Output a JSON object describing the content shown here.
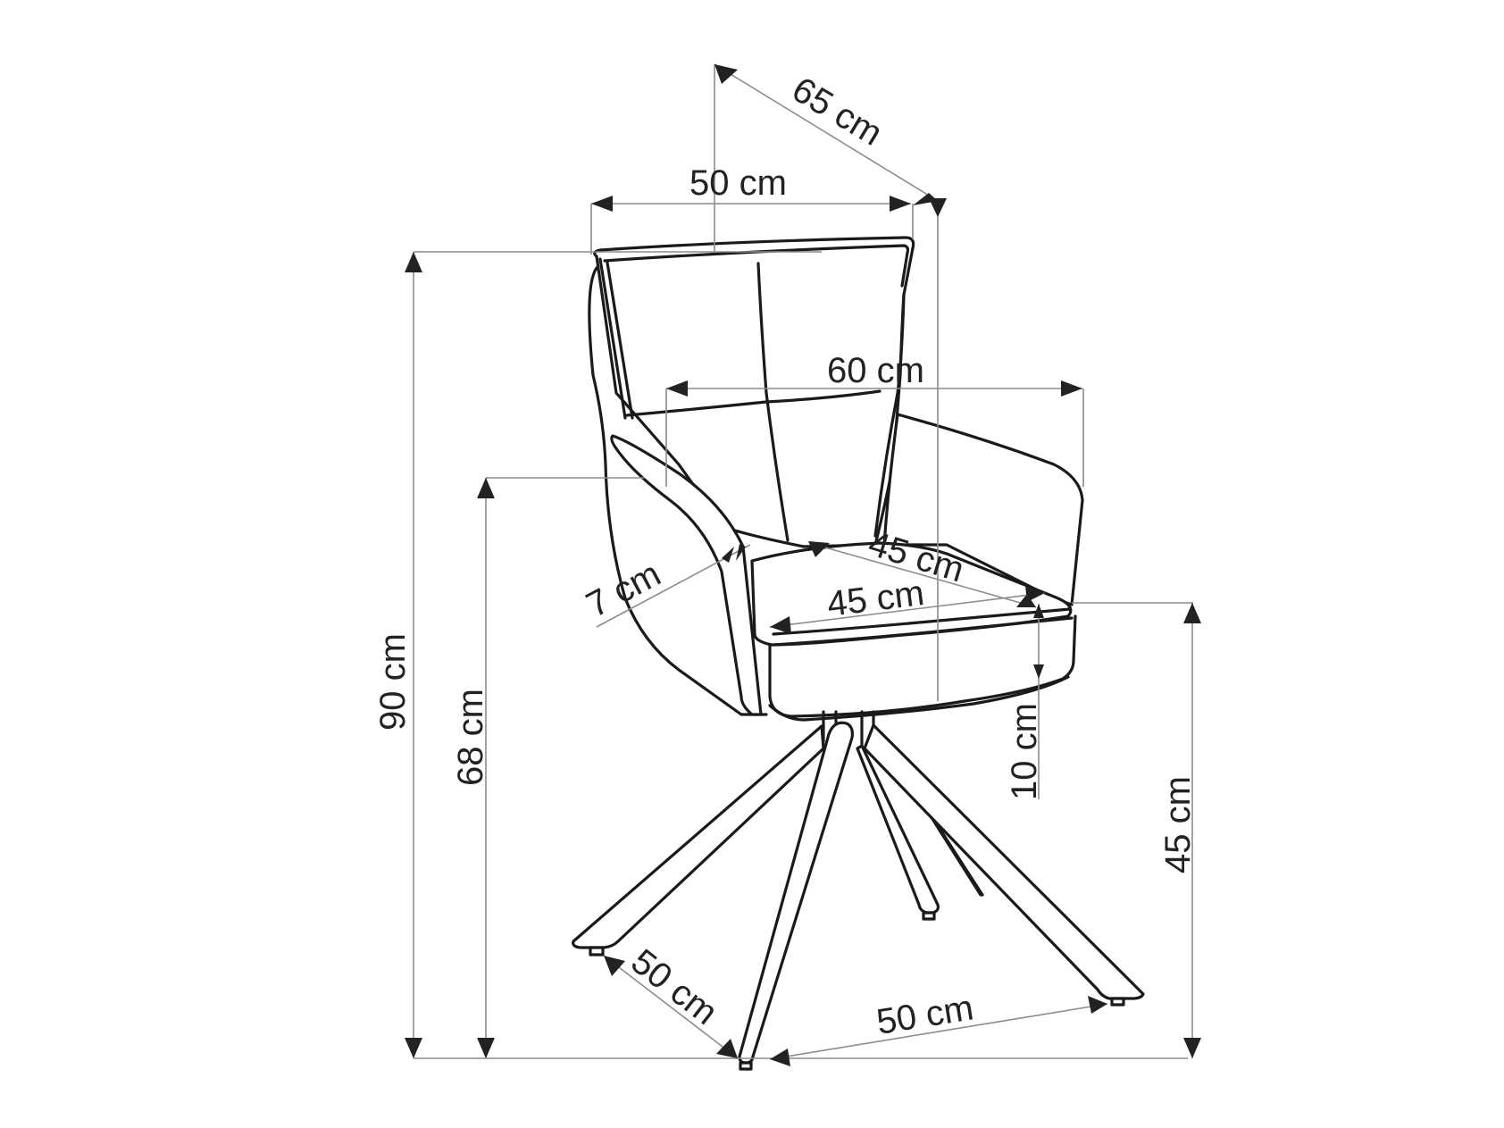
{
  "diagram": {
    "subject": "Swivel armchair with four-leg metal base — dimension drawing",
    "unit": "cm",
    "colors": {
      "line": "#1a1a1a",
      "dimension_line": "#8c8c8c",
      "arrow": "#222222",
      "background": "#ffffff"
    }
  },
  "dimensions": {
    "depth_total": {
      "label": "65 cm",
      "value": 65,
      "description": "overall depth"
    },
    "backrest_width": {
      "label": "50 cm",
      "value": 50,
      "description": "backrest width"
    },
    "width_total": {
      "label": "60 cm",
      "value": 60,
      "description": "overall width incl. armrests"
    },
    "height_total": {
      "label": "90 cm",
      "value": 90,
      "description": "overall height"
    },
    "armrest_height": {
      "label": "68 cm",
      "value": 68,
      "description": "armrest height"
    },
    "seat_depth": {
      "label": "45 cm",
      "value": 45,
      "description": "seat depth"
    },
    "seat_width": {
      "label": "45 cm",
      "value": 45,
      "description": "seat width"
    },
    "armrest_thickness": {
      "label": "7 cm",
      "value": 7,
      "description": "armrest thickness"
    },
    "seat_thickness": {
      "label": "10 cm",
      "value": 10,
      "description": "seat cushion thickness"
    },
    "seat_height": {
      "label": "45 cm",
      "value": 45,
      "description": "seat height"
    },
    "base_depth": {
      "label": "50 cm",
      "value": 50,
      "description": "base footprint depth"
    },
    "base_width": {
      "label": "50 cm",
      "value": 50,
      "description": "base footprint width"
    }
  }
}
